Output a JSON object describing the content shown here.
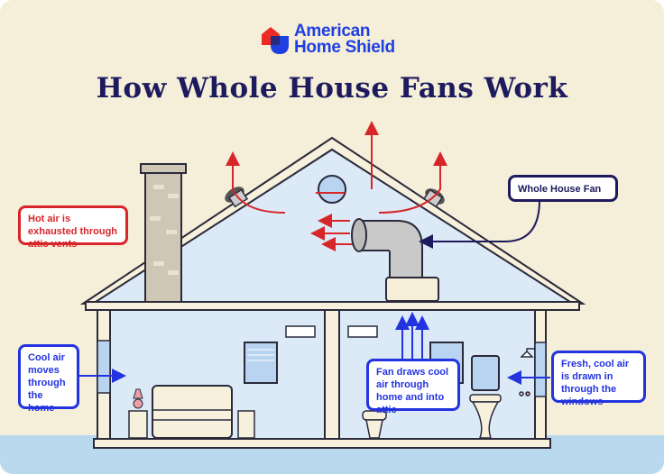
{
  "brand": {
    "line1": "American",
    "line2": "Home Shield"
  },
  "title": "How Whole House Fans Work",
  "callouts": {
    "hot_air": "Hot air is exhausted through attic vents",
    "fan": "Whole House Fan",
    "cool_air": "Cool air moves through the home",
    "fan_draws": "Fan draws cool air through home and into attic",
    "fresh_air": "Fresh, cool air is drawn in through the windows"
  },
  "colors": {
    "hot": "#d7262a",
    "cool": "#2333e0",
    "navy": "#1d1b5e",
    "background": "#f5eed9"
  }
}
